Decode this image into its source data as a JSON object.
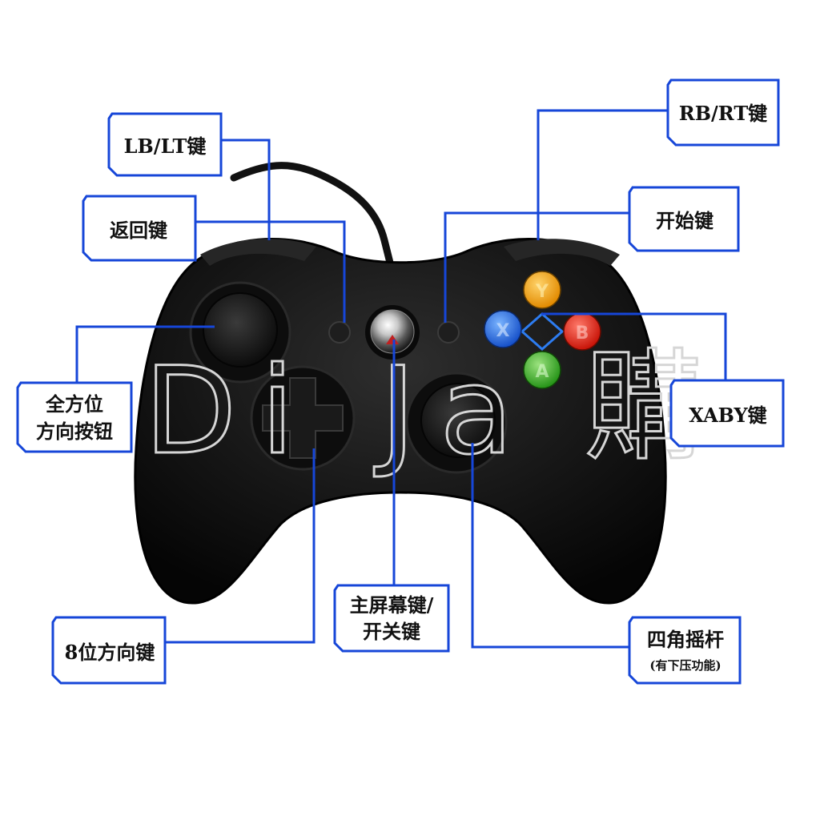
{
  "colors": {
    "callout_border": "#1646d8",
    "leader_line": "#1646d8",
    "controller_body": "#141414",
    "button_y": "#f5a10a",
    "button_x": "#1f6fe0",
    "button_b": "#e02418",
    "button_a": "#38b12a"
  },
  "callouts": {
    "lb_lt": "LB/LT键",
    "back": "返回键",
    "left_stick_line1": "全方位",
    "left_stick_line2": "方向按钮",
    "dpad": "8位方向键",
    "home_line1": "主屏幕键/",
    "home_line2": "开关键",
    "right_stick_line1": "四角摇杆",
    "right_stick_line2": "(有下压功能)",
    "xaby": "XABY键",
    "start": "开始键",
    "rb_rt": "RB/RT键"
  },
  "buttons": {
    "y": "Y",
    "x": "X",
    "b": "B",
    "a": "A"
  },
  "watermark": {
    "latin": "Di Ja",
    "cjk": "購"
  },
  "icons": {
    "home_button": "chrome-guide-button-icon",
    "dpad": "dpad-cross-icon"
  }
}
